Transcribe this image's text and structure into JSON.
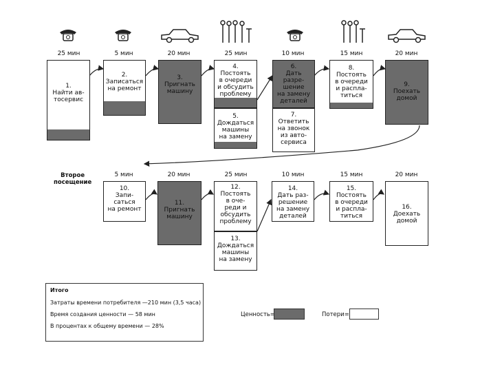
{
  "colors": {
    "value": "#6b6b6b",
    "waste": "#ffffff",
    "line": "#222222"
  },
  "row1": {
    "times": [
      "25 мин",
      "5 мин",
      "20 мин",
      "25 мин",
      "10 мин",
      "15 мин",
      "20 мин"
    ],
    "icons": [
      "phone-icon",
      "phone-icon",
      "car-icon",
      "queue-people-icon",
      "phone-icon",
      "queue-people-icon",
      "car-icon"
    ],
    "steps": [
      {
        "text": "1.\nНайти ав-\nтосервис",
        "value_fraction": 0.13
      },
      {
        "text": "2.\nЗаписаться\nна ремонт",
        "value_fraction": 0.25
      },
      {
        "text": "3.\nПригнать\nмашину",
        "value_fraction": 1.0
      },
      {
        "text": "4.\nПостоять\nв очереди\nи обсудить\nпроблему",
        "value_fraction": 0.2
      },
      {
        "text": "5.\nДождаться\nмашины\nна замену",
        "value_fraction": 0.15
      },
      {
        "text": "6.\nДать разре-\nшение\nна замену\nдеталей",
        "value_fraction": 1.0
      },
      {
        "text": "7.\nОтветить\nна звонок\nиз авто-\nсервиса",
        "value_fraction": 0.0
      },
      {
        "text": "8.\nПостоять\nв очереди\nи распла-\nтиться",
        "value_fraction": 0.12
      },
      {
        "text": "9.\nПоехать\nдомой",
        "value_fraction": 1.0
      }
    ]
  },
  "second_visit_label": "Второе\nпосещение",
  "row2": {
    "times": [
      "5 мин",
      "20 мин",
      "25 мин",
      "10 мин",
      "15 мин",
      "20 мин"
    ],
    "steps": [
      {
        "text": "10.\nЗапи-\nсаться\nна ремонт",
        "value_fraction": 0.0
      },
      {
        "text": "11.\nПригнать\nмашину",
        "value_fraction": 1.0
      },
      {
        "text": "12.\nПостоять\nв оче-\nреди и\nобсудить\nпроблему",
        "value_fraction": 0.0
      },
      {
        "text": "13.\nДождаться\nмашины\nна замену",
        "value_fraction": 0.0
      },
      {
        "text": "14.\nДать раз-\nрешение\nна замену\nдеталей",
        "value_fraction": 0.0
      },
      {
        "text": "15.\nПостоять\nв очереди\nи распла-\nтиться",
        "value_fraction": 0.0
      },
      {
        "text": "16.\nДоехать\nдомой",
        "value_fraction": 0.0
      }
    ]
  },
  "summary": {
    "title": "Итого",
    "line1": "Затраты времени потребителя —210 мин (3,5 часа)",
    "line2": "Время создания ценности — 58 мин",
    "line3": "В процентах к общему времени — 28%"
  },
  "legend": {
    "value_label": "Ценность=",
    "waste_label": "Потери="
  }
}
